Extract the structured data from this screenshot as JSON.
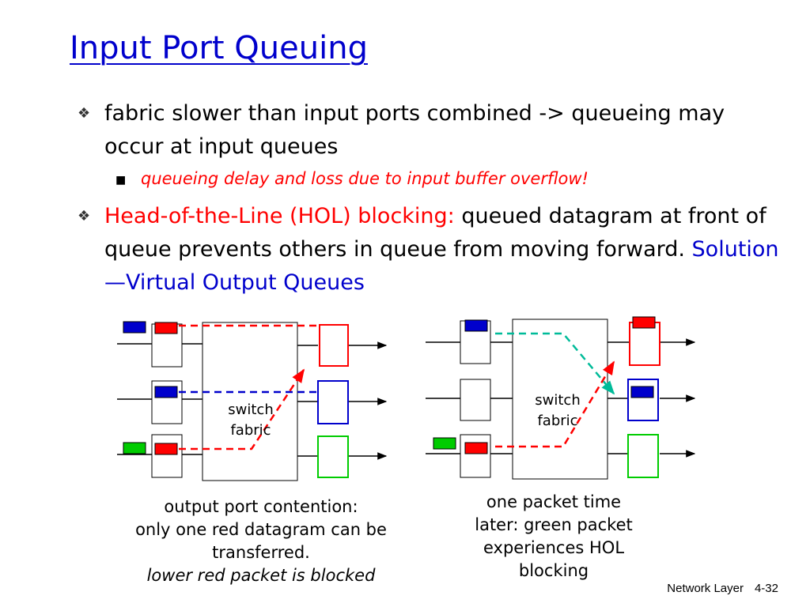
{
  "title": "Input Port Queuing",
  "bullets": [
    {
      "text": "fabric slower than input ports combined -> queueing may occur at input queues",
      "sub": "queueing delay and loss due to input buffer overflow!"
    },
    {
      "red_text": "Head-of-the-Line (HOL) blocking:",
      "text": " queued datagram at front of queue prevents others in queue from moving forward. ",
      "blue_text": "Solution—Virtual Output Queues"
    }
  ],
  "diagram": {
    "left": {
      "fabric_label_line1": "switch",
      "fabric_label_line2": "fabric",
      "caption_line1": "output port contention:",
      "caption_line2": "only one red datagram can be",
      "caption_line3": "transferred.",
      "caption_line4": "lower red packet is blocked"
    },
    "right": {
      "fabric_label_line1": "switch",
      "fabric_label_line2": "fabric",
      "caption_line1": "one packet time",
      "caption_line2": "later: green packet",
      "caption_line3": "experiences HOL",
      "caption_line4": "blocking"
    },
    "colors": {
      "red": "#ff0000",
      "blue": "#0000cc",
      "green": "#00cc00",
      "teal": "#00bb99"
    }
  },
  "footer": {
    "section": "Network Layer",
    "page": "4-32"
  }
}
